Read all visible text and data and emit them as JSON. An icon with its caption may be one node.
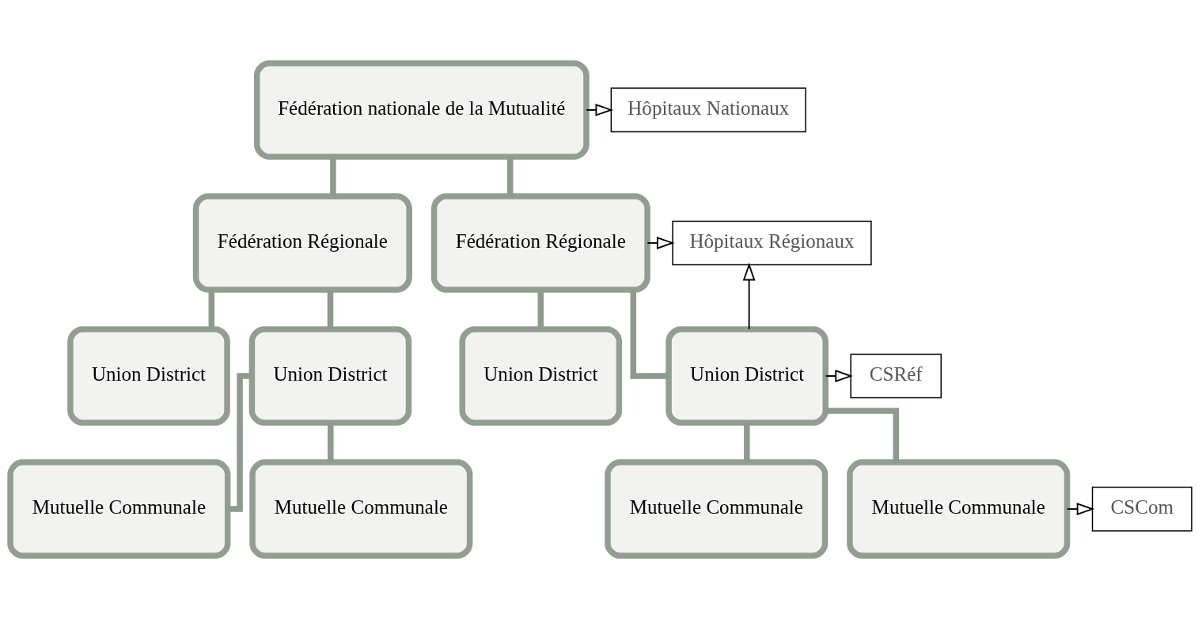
{
  "diagram": {
    "nodes": [
      {
        "text": [
          "Fédération nationale de la Mutualité"
        ]
      },
      {
        "text": [
          "Hôpitaux Nationaux"
        ]
      },
      {
        "text": [
          "Fédération Régionale"
        ]
      },
      {
        "text": [
          "Fédération Régionale"
        ]
      },
      {
        "text": [
          "Hôpitaux Régionaux"
        ]
      },
      {
        "text": [
          "Union District"
        ]
      },
      {
        "text": [
          "Union District"
        ]
      },
      {
        "text": [
          "Union District"
        ]
      },
      {
        "text": [
          "Union District"
        ]
      },
      {
        "text": [
          "CSRéf"
        ]
      },
      {
        "text": [
          "Mutuelle Communale"
        ]
      },
      {
        "text": [
          "Mutuelle Communale"
        ]
      },
      {
        "text": [
          "Mutuelle Communale"
        ]
      },
      {
        "text": [
          "Mutuelle Communale"
        ]
      },
      {
        "text": [
          "CSCom"
        ]
      }
    ],
    "edges": [
      {
        "from": 0,
        "to": 1,
        "arrow": "to",
        "color": "#000000"
      },
      {
        "from": 0,
        "to": 2,
        "arrow": "none"
      },
      {
        "from": 0,
        "to": 3,
        "arrow": "none"
      },
      {
        "from": 3,
        "to": 4,
        "arrow": "to",
        "color": "#000000"
      },
      {
        "from": 2,
        "to": 5,
        "arrow": "none"
      },
      {
        "from": 2,
        "to": 6,
        "arrow": "none"
      },
      {
        "from": 3,
        "to": 7,
        "arrow": "none"
      },
      {
        "from": 3,
        "to": 8,
        "arrow": "none"
      },
      {
        "from": 8,
        "to": 4,
        "arrow": "to",
        "color": "#000000"
      },
      {
        "from": 8,
        "to": 9,
        "arrow": "to",
        "color": "#000000"
      },
      {
        "from": 6,
        "to": 10,
        "arrow": "none"
      },
      {
        "from": 6,
        "to": 11,
        "arrow": "none"
      },
      {
        "from": 8,
        "to": 12,
        "arrow": "none"
      },
      {
        "from": 8,
        "to": 13,
        "arrow": "none"
      },
      {
        "from": 13,
        "to": 14,
        "arrow": "to",
        "color": "#000000"
      }
    ]
  }
}
